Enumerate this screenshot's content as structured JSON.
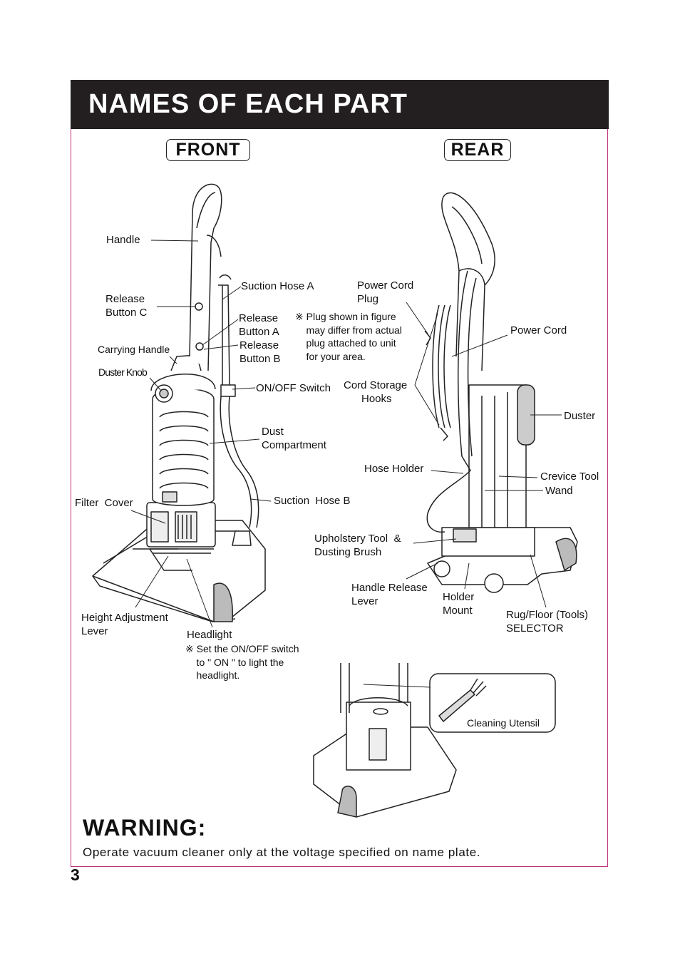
{
  "header": {
    "title": "NAMES OF EACH PART"
  },
  "views": {
    "front": "FRONT",
    "rear": "REAR"
  },
  "front_labels": {
    "handle": "Handle",
    "release_c": "Release\nButton C",
    "carrying_handle": "Carrying Handle",
    "duster_knob": "Duster Knob",
    "suction_hose_a": "Suction Hose A",
    "release_a": "Release\nButton A",
    "release_b": "Release\nButton B",
    "onoff": "ON/OFF Switch",
    "dust_compartment": "Dust\nCompartment",
    "suction_hose_b": "Suction  Hose B",
    "filter_cover": "Filter  Cover",
    "height_lever": "Height Adjustment\nLever",
    "headlight": "Headlight",
    "headlight_note": "※ Set the ON/OFF switch\n    to \" ON \" to light the\n    headlight."
  },
  "rear_labels": {
    "power_cord_plug": "Power Cord\nPlug",
    "plug_note": "※ Plug shown in figure\n    may differ from actual\n    plug attached to unit\n    for your area.",
    "power_cord": "Power Cord",
    "cord_hooks": "Cord Storage\n      Hooks",
    "duster": "Duster",
    "hose_holder": "Hose Holder",
    "crevice_tool": "Crevice Tool",
    "wand": "Wand",
    "upholstery": "Upholstery Tool  &\nDusting Brush",
    "handle_release": "Handle Release\nLever",
    "holder_mount": "Holder\nMount",
    "selector": "Rug/Floor (Tools)\nSELECTOR"
  },
  "inset": {
    "cleaning_utensil": "Cleaning Utensil"
  },
  "warning": {
    "title": "WARNING:",
    "text": "Operate vacuum cleaner only at the voltage specified on name plate."
  },
  "page_number": "3"
}
